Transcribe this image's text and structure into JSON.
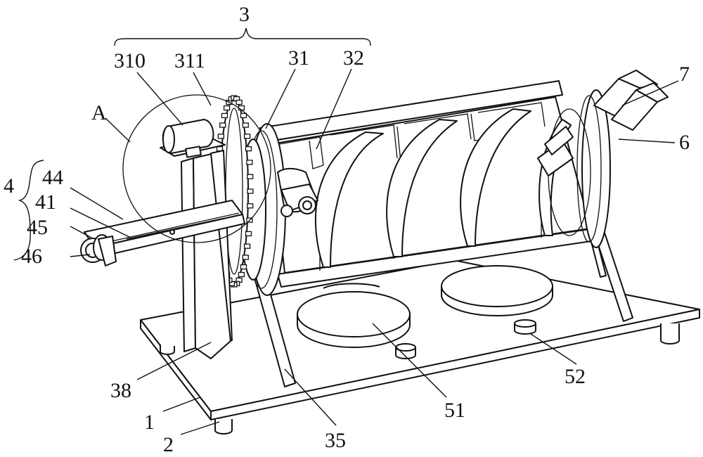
{
  "labels": {
    "l3": "3",
    "l310": "310",
    "l311": "311",
    "l31": "31",
    "l32": "32",
    "l7": "7",
    "l6": "6",
    "lA": "A",
    "l4": "4",
    "l44": "44",
    "l41": "41",
    "l45": "45",
    "l46": "46",
    "l38": "38",
    "l1": "1",
    "l2": "2",
    "l35": "35",
    "l51": "51",
    "l52": "52"
  }
}
